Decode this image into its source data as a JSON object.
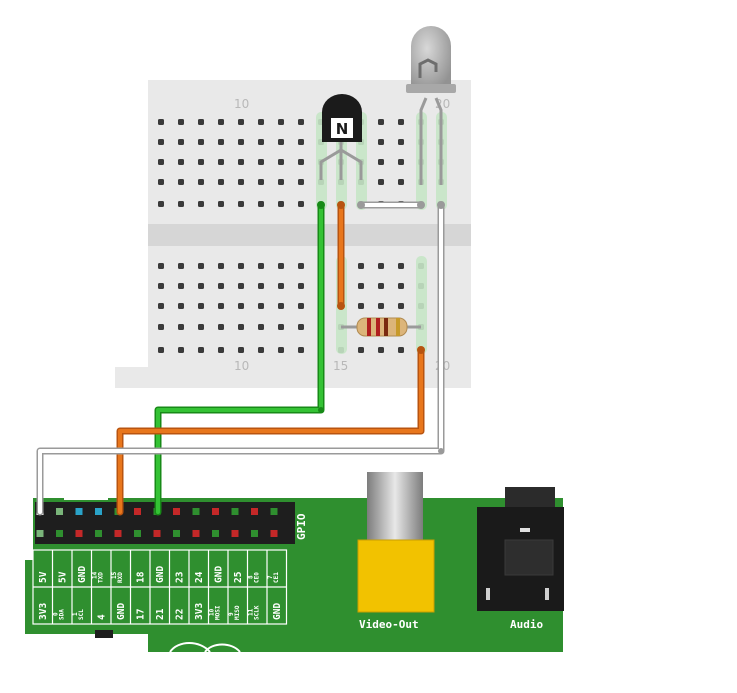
{
  "breadboard": {
    "col_label_10_top": "10",
    "col_label_20_top": "20",
    "col_label_10_bottom": "10",
    "col_label_15_bottom": "15",
    "col_label_20_bottom": "20"
  },
  "transistor": {
    "marking": "N"
  },
  "pi": {
    "gpio_label": "GPIO",
    "video_label": "Video-Out",
    "audio_label": "Audio",
    "top_pins": [
      {
        "main": "5V"
      },
      {
        "main": "5V"
      },
      {
        "main": "GND"
      },
      {
        "main": "TXD",
        "sub": "14"
      },
      {
        "main": "RXD",
        "sub": "15"
      },
      {
        "main": "18"
      },
      {
        "main": "GND"
      },
      {
        "main": "23"
      },
      {
        "main": "24"
      },
      {
        "main": "GND"
      },
      {
        "main": "25"
      },
      {
        "main": "CE0",
        "sub": "8"
      },
      {
        "main": "CE1",
        "sub": "7"
      }
    ],
    "bottom_pins": [
      {
        "main": "3V3"
      },
      {
        "main": "SDA",
        "sub": "0"
      },
      {
        "main": "SCL",
        "sub": "1"
      },
      {
        "main": "4"
      },
      {
        "main": "GND"
      },
      {
        "main": "17"
      },
      {
        "main": "21"
      },
      {
        "main": "22"
      },
      {
        "main": "3V3"
      },
      {
        "main": "MOSI",
        "sub": "10"
      },
      {
        "main": "MISO",
        "sub": "9"
      },
      {
        "main": "SCLK",
        "sub": "11"
      },
      {
        "main": "GND"
      }
    ]
  },
  "colors": {
    "board_green": "#2f8f2f",
    "wire_green": "#22b022",
    "wire_orange": "#e06a16",
    "wire_white": "#ffffff",
    "breadboard": "#e9e9e9",
    "rca_yellow": "#f2c200"
  }
}
